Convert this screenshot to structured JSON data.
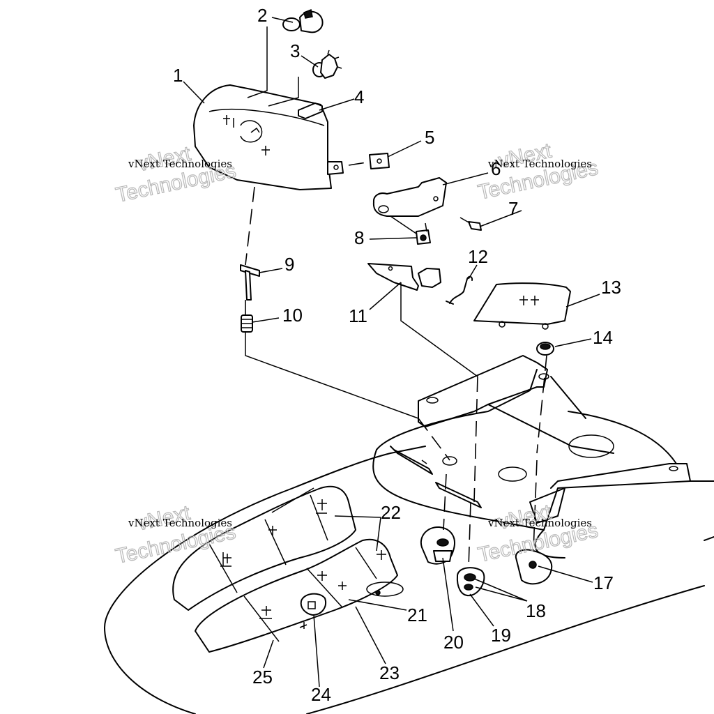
{
  "callouts": [
    {
      "id": "1",
      "text": "1"
    },
    {
      "id": "2",
      "text": "2"
    },
    {
      "id": "3",
      "text": "3"
    },
    {
      "id": "4",
      "text": "4"
    },
    {
      "id": "5",
      "text": "5"
    },
    {
      "id": "6",
      "text": "6"
    },
    {
      "id": "7",
      "text": "7"
    },
    {
      "id": "8",
      "text": "8"
    },
    {
      "id": "9",
      "text": "9"
    },
    {
      "id": "10",
      "text": "10"
    },
    {
      "id": "11",
      "text": "11"
    },
    {
      "id": "12",
      "text": "12"
    },
    {
      "id": "13",
      "text": "13"
    },
    {
      "id": "14",
      "text": "14"
    },
    {
      "id": "17",
      "text": "17"
    },
    {
      "id": "18",
      "text": "18"
    },
    {
      "id": "19",
      "text": "19"
    },
    {
      "id": "20",
      "text": "20"
    },
    {
      "id": "21",
      "text": "21"
    },
    {
      "id": "22",
      "text": "22"
    },
    {
      "id": "23",
      "text": "23"
    },
    {
      "id": "24",
      "text": "24"
    },
    {
      "id": "25",
      "text": "25"
    }
  ],
  "watermark": {
    "line1": "vNext Technologies",
    "line2": "vNext",
    "line3": "Technologies"
  }
}
